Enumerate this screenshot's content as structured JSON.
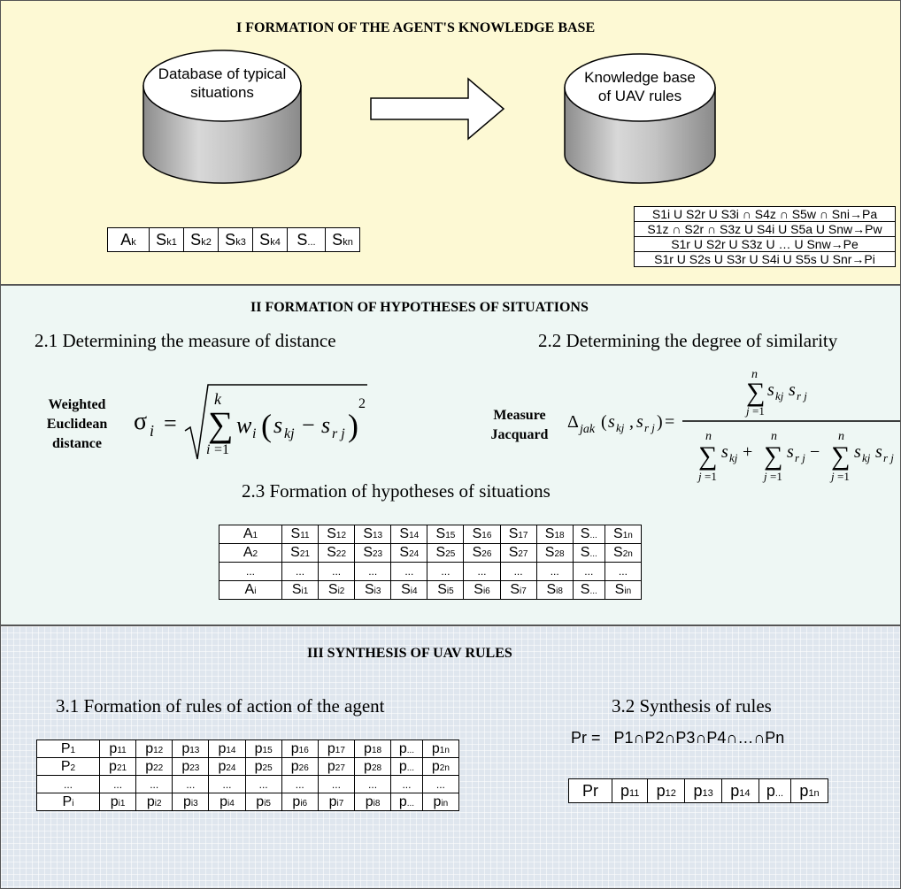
{
  "section1": {
    "title": "I  FORMATION OF THE AGENT'S KNOWLEDGE BASE",
    "db1_line1": "Database of typical",
    "db1_line2": "situations",
    "db2_line1": "Knowledge base",
    "db2_line2": "of UAV rules",
    "ak_row": [
      {
        "main": "A",
        "sub": "k"
      },
      {
        "main": "S",
        "sub": "k1"
      },
      {
        "main": "S",
        "sub": "k2"
      },
      {
        "main": "S",
        "sub": "k3"
      },
      {
        "main": "S",
        "sub": "k4"
      },
      {
        "main": "S",
        "sub": "..."
      },
      {
        "main": "S",
        "sub": "kn"
      }
    ],
    "rules": [
      "S1i U S2r U S3i ∩ S4z ∩ S5w ∩ Sni→Pa",
      "S1z ∩ S2r ∩ S3z U S4i U S5a U Snw→Pw",
      "S1r U S2r U S3z U … U Snw→Pe",
      "S1r U S2s U S3r U S4i U S5s U Snr→Pi"
    ]
  },
  "section2": {
    "title": "II  FORMATION OF HYPOTHESES OF SITUATIONS",
    "sub1": "2.1 Determining the measure of distance",
    "sub2": "2.2 Determining the degree of similarity",
    "sub3": "2.3 Formation of hypotheses of situations",
    "euclid_label_1": "Weighted",
    "euclid_label_2": "Euclidean",
    "euclid_label_3": "distance",
    "jaccard_label_1": "Measure",
    "jaccard_label_2": "Jacquard",
    "table": [
      [
        {
          "m": "A",
          "s": "1"
        },
        {
          "m": "S",
          "s": "11"
        },
        {
          "m": "S",
          "s": "12"
        },
        {
          "m": "S",
          "s": "13"
        },
        {
          "m": "S",
          "s": "14"
        },
        {
          "m": "S",
          "s": "15"
        },
        {
          "m": "S",
          "s": "16"
        },
        {
          "m": "S",
          "s": "17"
        },
        {
          "m": "S",
          "s": "18"
        },
        {
          "m": "S",
          "s": "..."
        },
        {
          "m": "S",
          "s": "1n"
        }
      ],
      [
        {
          "m": "A",
          "s": "2"
        },
        {
          "m": "S",
          "s": "21"
        },
        {
          "m": "S",
          "s": "22"
        },
        {
          "m": "S",
          "s": "23"
        },
        {
          "m": "S",
          "s": "24"
        },
        {
          "m": "S",
          "s": "25"
        },
        {
          "m": "S",
          "s": "26"
        },
        {
          "m": "S",
          "s": "27"
        },
        {
          "m": "S",
          "s": "28"
        },
        {
          "m": "S",
          "s": "..."
        },
        {
          "m": "S",
          "s": "2n"
        }
      ],
      [
        {
          "m": "...",
          "s": ""
        },
        {
          "m": "...",
          "s": ""
        },
        {
          "m": "...",
          "s": ""
        },
        {
          "m": "...",
          "s": ""
        },
        {
          "m": "...",
          "s": ""
        },
        {
          "m": "...",
          "s": ""
        },
        {
          "m": "...",
          "s": ""
        },
        {
          "m": "...",
          "s": ""
        },
        {
          "m": "...",
          "s": ""
        },
        {
          "m": "...",
          "s": ""
        },
        {
          "m": "...",
          "s": ""
        }
      ],
      [
        {
          "m": "A",
          "s": "i"
        },
        {
          "m": "S",
          "s": "i1"
        },
        {
          "m": "S",
          "s": "i2"
        },
        {
          "m": "S",
          "s": "i3"
        },
        {
          "m": "S",
          "s": "i4"
        },
        {
          "m": "S",
          "s": "i5"
        },
        {
          "m": "S",
          "s": "i6"
        },
        {
          "m": "S",
          "s": "i7"
        },
        {
          "m": "S",
          "s": "i8"
        },
        {
          "m": "S",
          "s": "..."
        },
        {
          "m": "S",
          "s": "in"
        }
      ]
    ]
  },
  "section3": {
    "title": "III  SYNTHESIS OF UAV RULES",
    "sub1": "3.1 Formation of rules of action of the agent",
    "sub2": "3.2  Synthesis of rules",
    "pr_formula": "Pr =   P1∩P2∩P3∩P4∩…∩Pn",
    "table": [
      [
        {
          "m": "P",
          "s": "1"
        },
        {
          "m": "p",
          "s": "11"
        },
        {
          "m": "p",
          "s": "12"
        },
        {
          "m": "p",
          "s": "13"
        },
        {
          "m": "p",
          "s": "14"
        },
        {
          "m": "p",
          "s": "15"
        },
        {
          "m": "p",
          "s": "16"
        },
        {
          "m": "p",
          "s": "17"
        },
        {
          "m": "p",
          "s": "18"
        },
        {
          "m": "p",
          "s": "..."
        },
        {
          "m": "p",
          "s": "1n"
        }
      ],
      [
        {
          "m": "P",
          "s": "2"
        },
        {
          "m": "p",
          "s": "21"
        },
        {
          "m": "p",
          "s": "22"
        },
        {
          "m": "p",
          "s": "23"
        },
        {
          "m": "p",
          "s": "24"
        },
        {
          "m": "p",
          "s": "25"
        },
        {
          "m": "p",
          "s": "26"
        },
        {
          "m": "p",
          "s": "27"
        },
        {
          "m": "p",
          "s": "28"
        },
        {
          "m": "p",
          "s": "..."
        },
        {
          "m": "p",
          "s": "2n"
        }
      ],
      [
        {
          "m": "...",
          "s": ""
        },
        {
          "m": "...",
          "s": ""
        },
        {
          "m": "...",
          "s": ""
        },
        {
          "m": "...",
          "s": ""
        },
        {
          "m": "...",
          "s": ""
        },
        {
          "m": "...",
          "s": ""
        },
        {
          "m": "...",
          "s": ""
        },
        {
          "m": "...",
          "s": ""
        },
        {
          "m": "...",
          "s": ""
        },
        {
          "m": "...",
          "s": ""
        },
        {
          "m": "...",
          "s": ""
        }
      ],
      [
        {
          "m": "P",
          "s": "i"
        },
        {
          "m": "p",
          "s": "i1"
        },
        {
          "m": "p",
          "s": "i2"
        },
        {
          "m": "p",
          "s": "i3"
        },
        {
          "m": "p",
          "s": "i4"
        },
        {
          "m": "p",
          "s": "i5"
        },
        {
          "m": "p",
          "s": "i6"
        },
        {
          "m": "p",
          "s": "i7"
        },
        {
          "m": "p",
          "s": "i8"
        },
        {
          "m": "p",
          "s": "..."
        },
        {
          "m": "p",
          "s": "in"
        }
      ]
    ],
    "pr_row": [
      {
        "m": "Pr",
        "s": ""
      },
      {
        "m": "p",
        "s": "11"
      },
      {
        "m": "p",
        "s": "12"
      },
      {
        "m": "p",
        "s": "13"
      },
      {
        "m": "p",
        "s": "14"
      },
      {
        "m": "p",
        "s": "..."
      },
      {
        "m": "p",
        "s": "1n"
      }
    ]
  }
}
